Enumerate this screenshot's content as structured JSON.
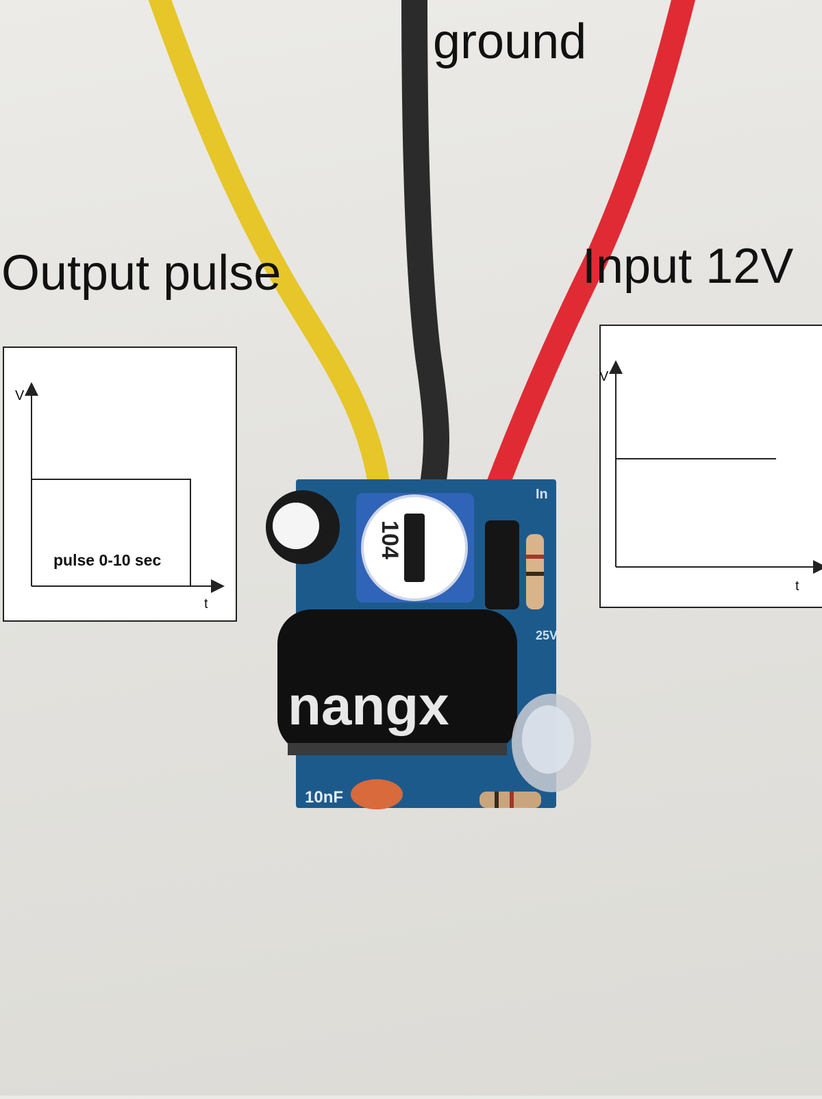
{
  "labels": {
    "ground": "ground",
    "output": "Output pulse",
    "input": "Input 12V"
  },
  "output_graph": {
    "v_label": "V",
    "t_label": "t",
    "pulse_text": "pulse 0-10 sec"
  },
  "input_graph": {
    "v_label": "V",
    "t_label": "t"
  },
  "board": {
    "pot_text": "104",
    "cap_brand": "nangx",
    "cap_value": "10nF",
    "voltage_mark": "25V",
    "in_mark": "In"
  },
  "colors": {
    "wire_output": "#e6c629",
    "wire_ground": "#2b2b2b",
    "wire_input": "#e02b35",
    "pcb": "#1d5a8c"
  }
}
